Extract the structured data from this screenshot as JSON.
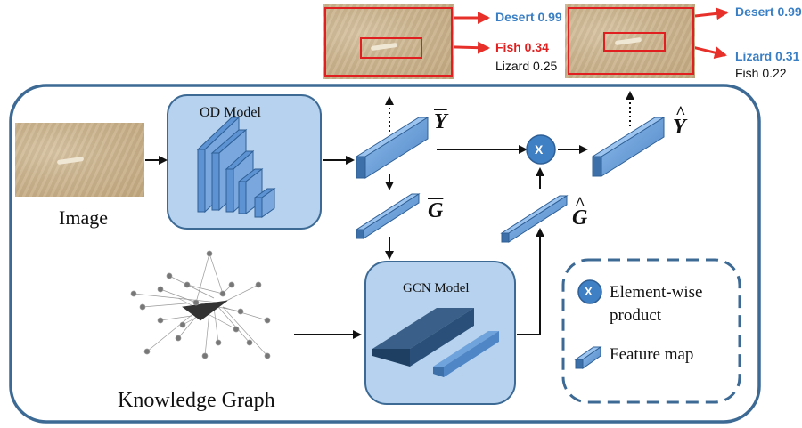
{
  "top_left_labels": {
    "desert": "Desert 0.99",
    "fish": "Fish 0.34",
    "lizard": "Lizard 0.25"
  },
  "top_right_labels": {
    "desert": "Desert 0.99",
    "lizard": "Lizard 0.31",
    "fish": "Fish 0.22"
  },
  "image_label": "Image",
  "od_model_label": "OD Model",
  "gcn_model_label": "GCN Model",
  "kg_label": "Knowledge Graph",
  "symbols": {
    "y_bar": "Y",
    "g_bar": "G",
    "y_hat": "Y",
    "g_hat": "G",
    "product": "X"
  },
  "legend": {
    "product_line1": "Element-wise",
    "product_line2": "product",
    "feature_map": "Feature map"
  },
  "colors": {
    "frame": "#3c6a95",
    "box_fill": "#b6d2ee",
    "feature_fill": "#6fa3dc",
    "label_blue": "#3a7fc4",
    "label_red": "#e02020",
    "arrow_red": "#e8302a"
  }
}
